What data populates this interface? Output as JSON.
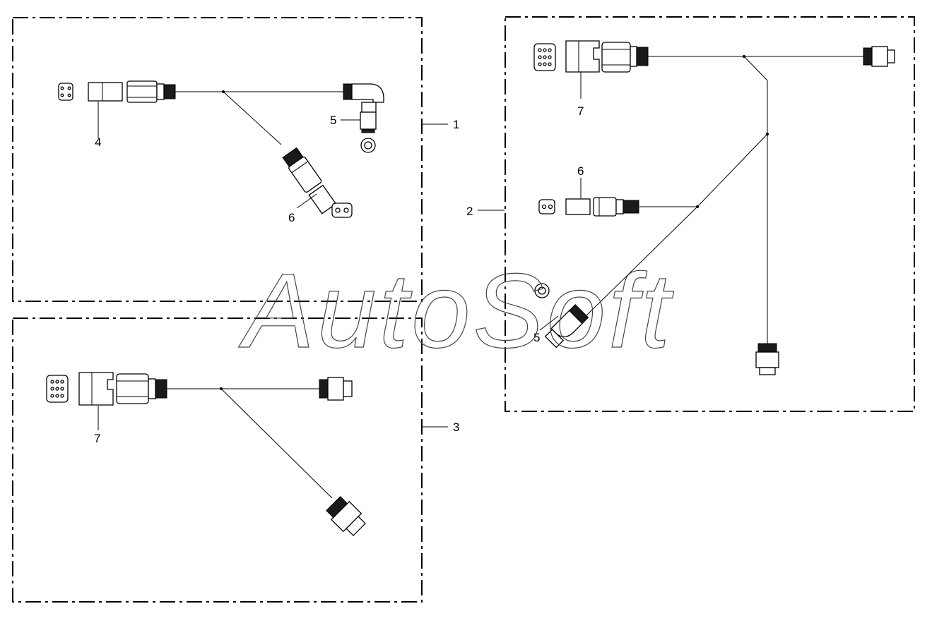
{
  "watermark": "AutoSoft",
  "callouts": {
    "c1": "1",
    "c2": "2",
    "c3": "3",
    "c4": "4",
    "c5a": "5",
    "c5b": "5",
    "c6a": "6",
    "c6b": "6",
    "c7a": "7",
    "c7b": "7"
  }
}
